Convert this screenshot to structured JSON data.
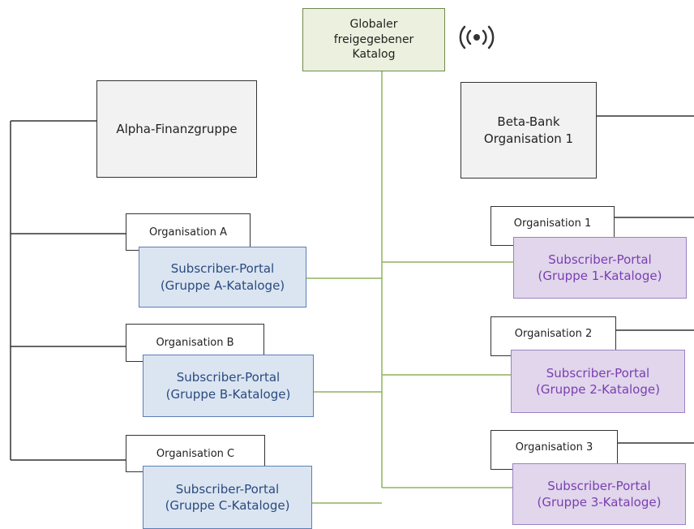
{
  "global_catalog": {
    "line1": "Globaler",
    "line2": "freigegebener",
    "line3": "Katalog",
    "icon": "broadcast-icon"
  },
  "alpha": {
    "group_label": "Alpha-Finanzgruppe",
    "orgs": [
      {
        "org_label": "Organisation A",
        "portal_line1": "Subscriber-Portal",
        "portal_line2": "(Gruppe A-Kataloge)"
      },
      {
        "org_label": "Organisation B",
        "portal_line1": "Subscriber-Portal",
        "portal_line2": "(Gruppe B-Kataloge)"
      },
      {
        "org_label": "Organisation C",
        "portal_line1": "Subscriber-Portal",
        "portal_line2": "(Gruppe C-Kataloge)"
      }
    ]
  },
  "beta": {
    "group_line1": "Beta-Bank",
    "group_line2": "Organisation 1",
    "orgs": [
      {
        "org_label": "Organisation 1",
        "portal_line1": "Subscriber-Portal",
        "portal_line2": "(Gruppe 1-Kataloge)"
      },
      {
        "org_label": "Organisation 2",
        "portal_line1": "Subscriber-Portal",
        "portal_line2": "(Gruppe 2-Kataloge)"
      },
      {
        "org_label": "Organisation 3",
        "portal_line1": "Subscriber-Portal",
        "portal_line2": "(Gruppe 3-Kataloge)"
      }
    ]
  },
  "colors": {
    "global_fill": "#ebf1de",
    "global_border": "#6f8a4c",
    "group_fill": "#f2f2f2",
    "group_border": "#333333",
    "portal_alpha_fill": "#dbe5f1",
    "portal_alpha_border": "#5a7fb5",
    "portal_alpha_text": "#2b4a80",
    "portal_beta_fill": "#e1d6ec",
    "portal_beta_border": "#9b82c0",
    "portal_beta_text": "#7a3fb0",
    "green_connector": "#8fb45a",
    "dark_connector": "#333333"
  }
}
